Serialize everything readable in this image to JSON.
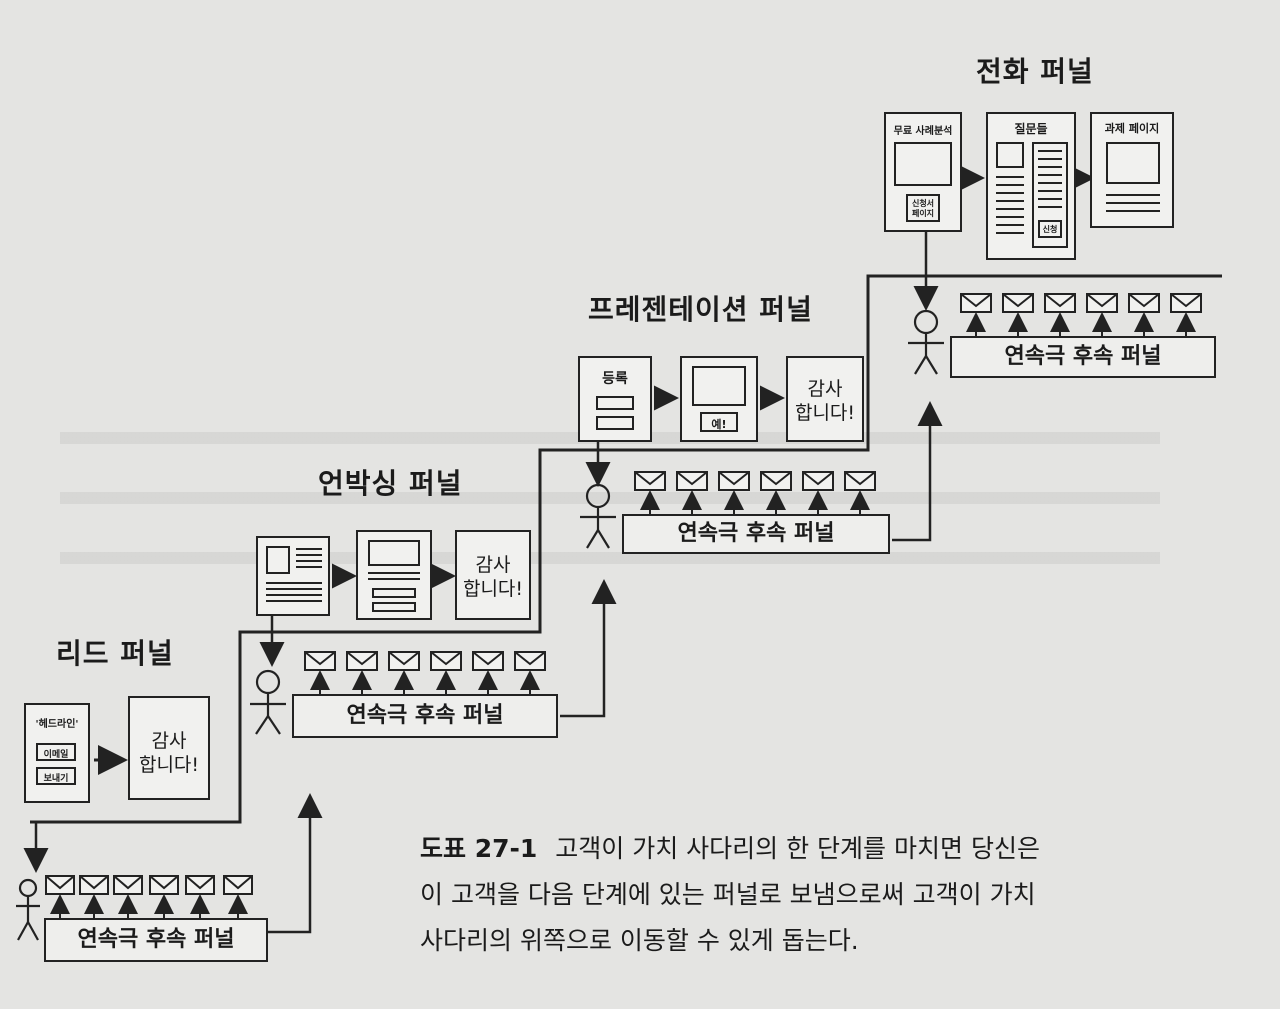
{
  "funnels": {
    "lead": {
      "title": "리드 퍼널",
      "headline_label": "'헤드라인'",
      "email_label": "이메일",
      "send_label": "보내기",
      "thanks_line1": "감사",
      "thanks_line2": "합니다!",
      "follow_up_label": "연속극 후속 퍼널"
    },
    "unboxing": {
      "title": "언박싱 퍼널",
      "thanks_line1": "감사",
      "thanks_line2": "합니다!",
      "follow_up_label": "연속극 후속 퍼널"
    },
    "presentation": {
      "title": "프레젠테이션 퍼널",
      "register_label": "등록",
      "yes_label": "예!",
      "thanks_line1": "감사",
      "thanks_line2": "합니다!",
      "follow_up_label": "연속극 후속 퍼널"
    },
    "phone": {
      "title": "전화 퍼널",
      "free_case_label": "무료 사례분석",
      "application_line1": "신청서",
      "application_line2": "페이지",
      "questions_label": "질문들",
      "apply_label": "신청",
      "assignment_label": "과제 페이지",
      "follow_up_label": "연속극 후속 퍼널"
    }
  },
  "caption": {
    "figure_number": "도표 27-1",
    "line1": "고객이 가치 사다리의 한 단계를 마치면 당신은",
    "line2": "이 고객을 다음 단계에 있는 퍼널로 보냄으로써 고객이 가치",
    "line3": "사다리의 위쪽으로 이동할 수 있게 돕는다."
  },
  "icons": [
    "envelope-icon",
    "stick-figure-icon",
    "arrow-icon",
    "video-frame-icon"
  ]
}
